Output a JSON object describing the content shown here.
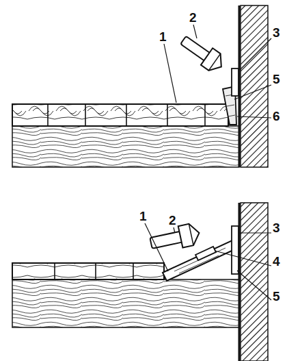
{
  "diagram": {
    "labels": [
      "1",
      "2",
      "3",
      "5",
      "6",
      "1",
      "2",
      "3",
      "4",
      "5"
    ]
  }
}
